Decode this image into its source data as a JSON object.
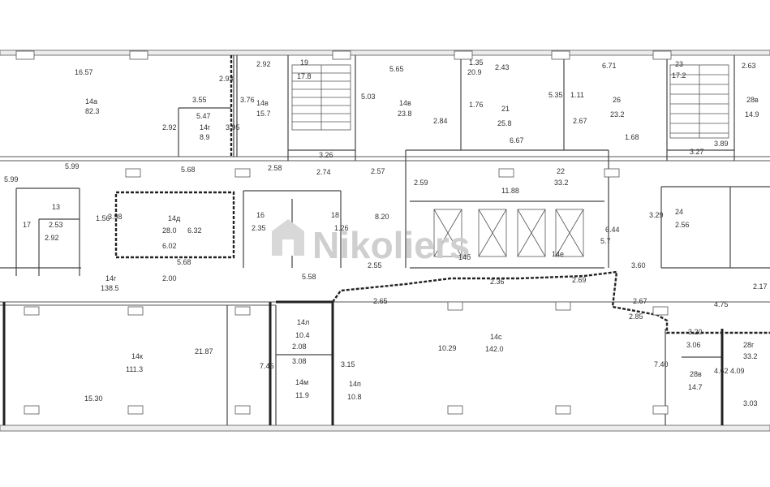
{
  "watermark": {
    "text": "Nikoliers"
  },
  "colors": {
    "wall": "#222222",
    "thin": "#555555",
    "text": "#333333",
    "watermark": "#cfcfcf"
  },
  "labels": {
    "l1": "16.57",
    "l2": "14а",
    "l3": "82.3",
    "l4": "2.93",
    "l5": "3.55",
    "l6": "5.47",
    "l7": "14г",
    "l8": "8.9",
    "l9": "2.92",
    "l10": "3.95",
    "l11": "2.92",
    "l12": "14в",
    "l13": "15.7",
    "l14": "3.76",
    "l15": "19",
    "l16": "17.8",
    "l17": "5.65",
    "l18": "14в",
    "l19": "23.8",
    "l20": "5.03",
    "l21": "1.35",
    "l22": "20.9",
    "l23": "2.43",
    "l24": "1.76",
    "l25": "21",
    "l26": "25.8",
    "l27": "5.35",
    "l28": "6.71",
    "l29": "26",
    "l30": "23.2",
    "l31": "1.11",
    "l32": "23",
    "l33": "17.2",
    "l34": "2.63",
    "l35": "28в",
    "l36": "14.9",
    "l37": "2.84",
    "l38": "6.67",
    "l39": "2.67",
    "l40": "1.68",
    "l41": "3.26",
    "l42": "3.27",
    "l43": "3.89",
    "l44": "5.99",
    "l45": "5.99",
    "l46": "5.68",
    "l47": "2.58",
    "l48": "2.74",
    "l49": "2.57",
    "l50": "22",
    "l51": "33.2",
    "l52": "11.88",
    "l53": "2.59",
    "l54": "13",
    "l55": "17",
    "l56": "2.53",
    "l57": "2.92",
    "l58": "1.56",
    "l59": "14д",
    "l60": "28.0",
    "l61": "6.32",
    "l62": "3.98",
    "l63": "6.02",
    "l64": "5.68",
    "l65": "16",
    "l66": "2.35",
    "l67": "18",
    "l68": "1.26",
    "l69": "8.20",
    "l70": "14б",
    "l71": "14е",
    "l72": "5.7",
    "l73": "6.44",
    "l74": "3.29",
    "l75": "24",
    "l76": "2.56",
    "l77": "14г",
    "l78": "138.5",
    "l79": "2.00",
    "l80": "5.58",
    "l81": "2.55",
    "l82": "2.36",
    "l83": "2.69",
    "l84": "3.60",
    "l85": "14к",
    "l86": "111.3",
    "l87": "21.87",
    "l88": "15.30",
    "l89": "7.45",
    "l90": "14л",
    "l91": "10.4",
    "l92": "2.08",
    "l93": "3.08",
    "l94": "14м",
    "l95": "11.9",
    "l96": "3.15",
    "l97": "14п",
    "l98": "10.8",
    "l99": "2.65",
    "l100": "10.29",
    "l101": "14с",
    "l102": "142.0",
    "l103": "2.67",
    "l104": "2.85",
    "l105": "3.20",
    "l106": "3.06",
    "l107": "28в",
    "l108": "14.7",
    "l109": "4.62",
    "l110": "4.09",
    "l111": "7.40",
    "l112": "28г",
    "l113": "33.2",
    "l114": "3.03",
    "l115": "2.17",
    "l116": "4.75"
  }
}
